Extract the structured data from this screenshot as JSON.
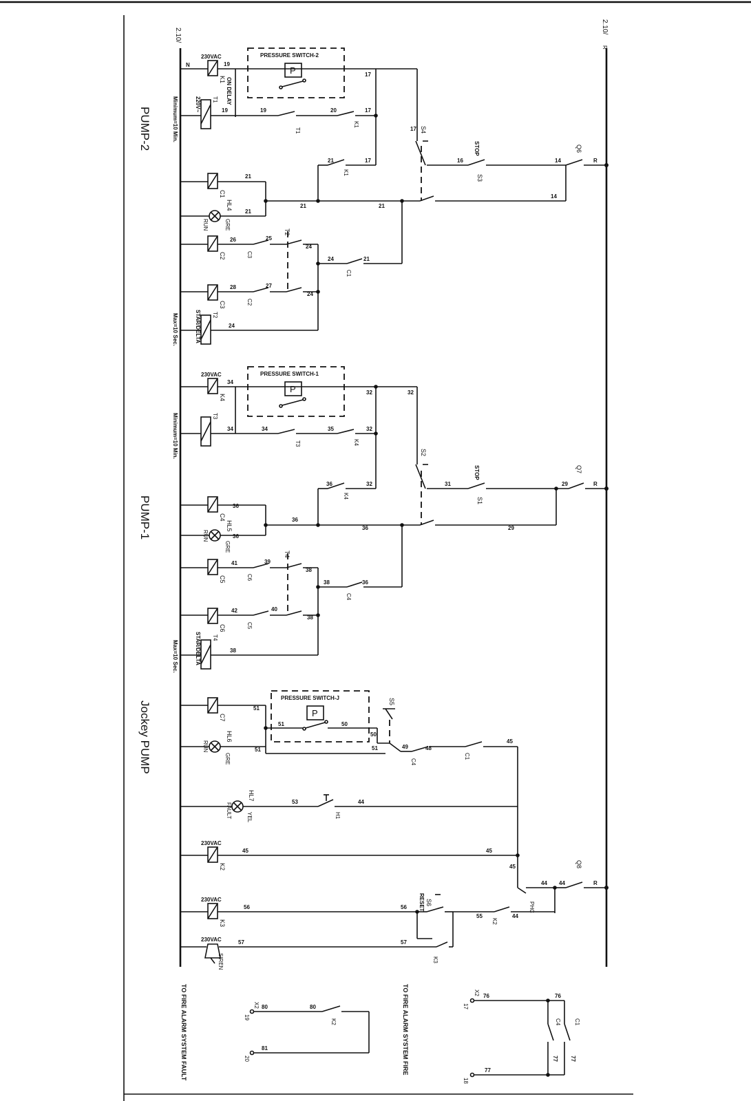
{
  "sheet": {
    "ref_left": "2.10/",
    "ref_right": "2.10/",
    "phase_r": "R",
    "neutral": "N"
  },
  "sections": {
    "pump2": "PUMP-2",
    "pump1": "PUMP-1",
    "jockey": "Jockey PUMP"
  },
  "pressure_switches": {
    "ps2": "PRESSURE SWITCH-2",
    "ps1": "PRESSURE SWITCH-1",
    "psj": "PRESSURE SWITCH-J",
    "symbol": "P"
  },
  "voltages": {
    "v230": "230VAC",
    "v220": "220V~"
  },
  "timer_notes": {
    "min10": "Minimum=10 Min.",
    "max10": "Max=10 Sec.",
    "stardelta": "STAR/DELTA",
    "on_delay": "ON DELAY"
  },
  "relays": {
    "k1": "K1",
    "k2": "K2",
    "k3": "K3",
    "k4": "K4",
    "t1": "T1",
    "t2": "T2",
    "t3": "T3",
    "t4": "T4",
    "c1": "C1",
    "c2": "C2",
    "c3": "C3",
    "c4": "C4",
    "c5": "C5",
    "c6": "C6",
    "c7": "C7"
  },
  "lamps": {
    "hl4": "HL4",
    "hl5": "HL5",
    "hl6": "HL6",
    "hl7": "HL7",
    "run": "RUN",
    "gre": "GRE",
    "fault": "FAULT",
    "yel": "YEL"
  },
  "switches": {
    "s1": "S1",
    "s2": "S2",
    "s3": "S3",
    "s4": "S4",
    "s5": "S5",
    "s6": "S6",
    "stop": "STOP",
    "reset": "RESET",
    "q6": "Q6",
    "q7": "Q7",
    "q8": "Q8",
    "h1": "H1",
    "phc": "PHC",
    "siren": "SIREN"
  },
  "wires": {
    "w17": "17",
    "w19": "19",
    "w20": "20",
    "w21": "21",
    "w14": "14",
    "w16": "16",
    "w24": "24",
    "w25": "25",
    "w26": "26",
    "w27": "27",
    "w28": "28",
    "w29": "29",
    "w31": "31",
    "w32": "32",
    "w34": "34",
    "w35": "35",
    "w36": "36",
    "w38": "38",
    "w39": "39",
    "w40": "40",
    "w41": "41",
    "w42": "42",
    "w44": "44",
    "w45": "45",
    "w48": "48",
    "w49": "49",
    "w50": "50",
    "w51": "51",
    "w53": "53",
    "w55": "55",
    "w56": "56",
    "w57": "57",
    "w76": "76",
    "w77": "77",
    "w80": "80",
    "w81": "81"
  },
  "terminals": {
    "x2": "X2",
    "t17": "17",
    "t18": "18",
    "t19": "19",
    "t20": "20"
  },
  "fire_alarm": {
    "fire": "TO FIRE ALARM SYSTEM FIRE",
    "fault": "TO FIRE ALARM SYSTEM FAULT"
  }
}
